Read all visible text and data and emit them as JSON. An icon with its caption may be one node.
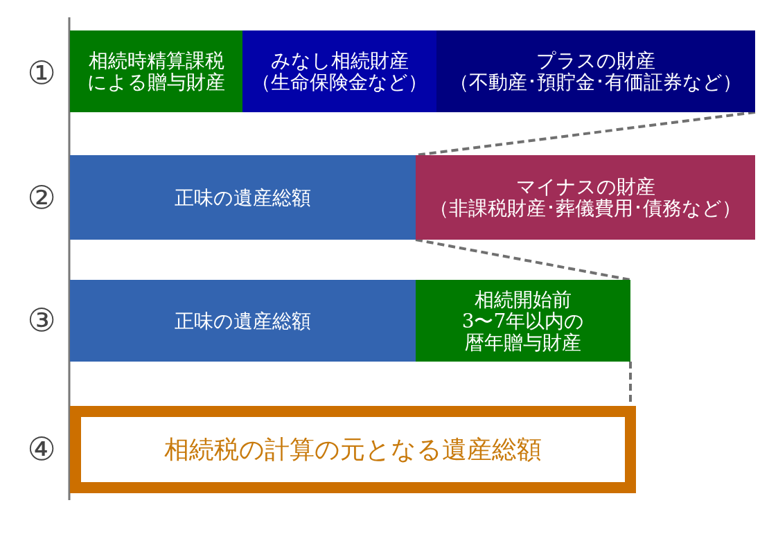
{
  "diagram": {
    "nodes": [
      {
        "text": [
          "相続時精算課税による贈与財産"
        ]
      },
      {
        "text": [
          "みなし相続財産（生命保険金など）"
        ]
      },
      {
        "text": [
          "プラスの財産（不動産･預貯金･有価証券など）"
        ]
      },
      {
        "text": [
          "正味の遺産総額"
        ]
      },
      {
        "text": [
          "マイナスの財産（非課税財産･葬儀費用･債務など）"
        ]
      },
      {
        "text": [
          "正味の遺産総額"
        ]
      },
      {
        "text": [
          "相続開始前3〜7年以内の暦年贈与財産"
        ]
      },
      {
        "text": [
          "相続税の計算の元となる遺産総額"
        ]
      }
    ],
    "edges": [
      {
        "from": 2,
        "to": 4,
        "arrow": "none",
        "style": "dashed"
      },
      {
        "from": 4,
        "to": 6,
        "arrow": "none",
        "style": "dashed"
      },
      {
        "from": 6,
        "to": 7,
        "arrow": "none",
        "style": "dashed"
      }
    ],
    "labels": [
      "①",
      "②",
      "③",
      "④"
    ]
  }
}
